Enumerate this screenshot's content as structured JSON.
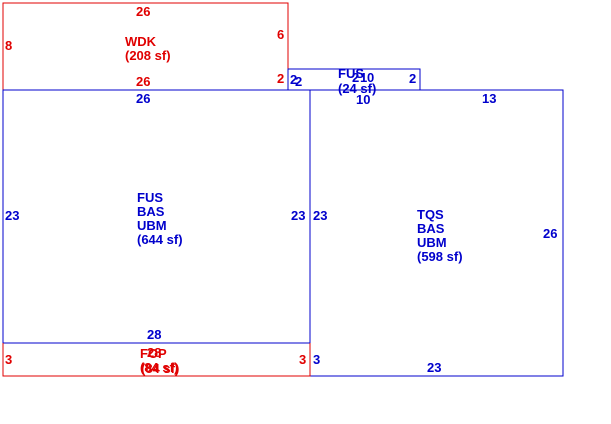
{
  "areas": {
    "wdk": {
      "lines": [
        "WDK",
        "(208 sf)"
      ],
      "dims": {
        "top": "26",
        "left": "8",
        "right": "6",
        "bottom": "26",
        "notch": "2"
      },
      "color": "#e00000"
    },
    "fus_small": {
      "lines": [
        "FUS",
        "(24 sf)"
      ],
      "overlap_digits": [
        "2",
        "1",
        "0"
      ],
      "dims": {
        "left_a": "2",
        "left_b": "2",
        "right": "2",
        "bottom": "10",
        "top": "10"
      },
      "color": "#0000cc"
    },
    "main_left": {
      "lines": [
        "FUS",
        "BAS",
        "UBM",
        "(644 sf)"
      ],
      "dims": {
        "top": "26",
        "left": "23",
        "right": "23",
        "bottom": "28"
      },
      "color": "#0000cc"
    },
    "main_right": {
      "lines": [
        "TQS",
        "BAS",
        "UBM",
        "(598 sf)"
      ],
      "dims": {
        "top": "13",
        "left": "23",
        "right": "26",
        "bottom": "23",
        "bottom_left": "3"
      },
      "color": "#0000cc"
    },
    "fop": {
      "lines": [
        "FOP",
        "(84 sf)"
      ],
      "overlap_lines": [
        "28",
        "(84 sf)"
      ],
      "dims": {
        "left": "3",
        "right": "3"
      },
      "color": "#e00000"
    }
  }
}
